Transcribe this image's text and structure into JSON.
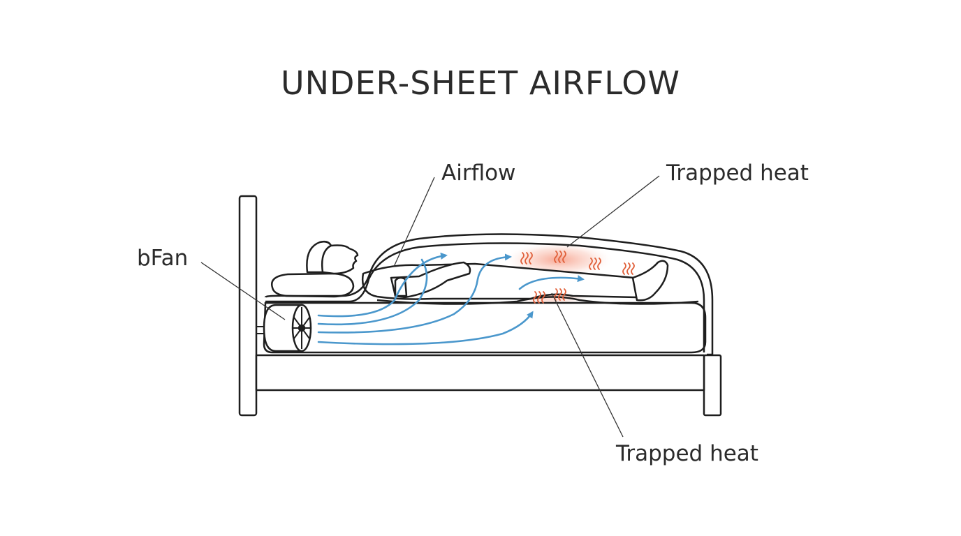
{
  "title": "UNDER-SHEET AIRFLOW",
  "labels": {
    "fan": "bFan",
    "airflow": "Airflow",
    "heat_top": "Trapped heat",
    "heat_bottom": "Trapped heat"
  },
  "colors": {
    "line": "#1e1e1e",
    "airflow": "#4a97cc",
    "heat": "#e0603a",
    "heat_glow": "#f6a08a",
    "leader": "#333333"
  }
}
